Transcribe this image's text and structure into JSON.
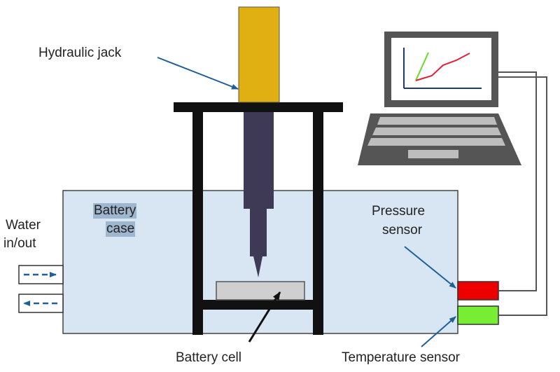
{
  "labels": {
    "hydraulic_jack": "Hydraulic jack",
    "water_line1": "Water",
    "water_line2": "in/out",
    "battery_case_line1": "Battery",
    "battery_case_line2": "case",
    "pressure_line1": "Pressure",
    "pressure_line2": "sensor",
    "battery_cell": "Battery cell",
    "temperature_sensor": "Temperature sensor"
  },
  "colors": {
    "case_fill": "#d8e6f4",
    "jack": "#e0b012",
    "piston": "#3e3a56",
    "frame": "#111111",
    "cell": "#cfcfcf",
    "pressure_sensor": "#ee0000",
    "temperature_sensor": "#77ee33",
    "arrow": "#1f5f9a",
    "laptop_body": "#555555",
    "plot_line_red": "#e0213a",
    "plot_line_green": "#66dd22"
  }
}
